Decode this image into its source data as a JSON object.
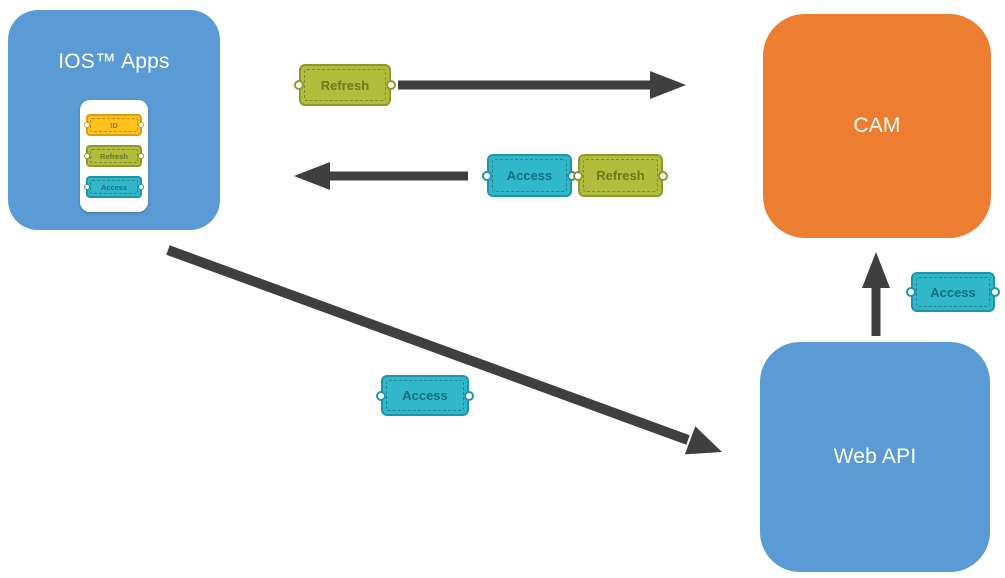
{
  "nodes": {
    "ios_apps": {
      "label": "IOS™ Apps",
      "color": "#5B9BD5"
    },
    "cam": {
      "label": "CAM",
      "color": "#ED7D31"
    },
    "web_api": {
      "label": "Web API",
      "color": "#5B9BD5"
    }
  },
  "wallet": {
    "tokens": [
      {
        "label": "ID",
        "type": "id",
        "color": "#FFC21C"
      },
      {
        "label": "Refresh",
        "type": "refresh",
        "color": "#B2BC3D"
      },
      {
        "label": "Access",
        "type": "access",
        "color": "#30B8CA"
      }
    ]
  },
  "edges": {
    "ios_to_cam": {
      "direction": "right",
      "tokens": [
        {
          "label": "Refresh",
          "type": "refresh"
        }
      ]
    },
    "cam_to_ios": {
      "direction": "left",
      "tokens": [
        {
          "label": "Access",
          "type": "access"
        },
        {
          "label": "Refresh",
          "type": "refresh"
        }
      ]
    },
    "ios_to_web_api": {
      "direction": "down-right",
      "tokens": [
        {
          "label": "Access",
          "type": "access"
        }
      ]
    },
    "web_api_to_cam": {
      "direction": "up",
      "tokens": [
        {
          "label": "Access",
          "type": "access"
        }
      ]
    }
  },
  "colors": {
    "node_blue": "#5B9BD5",
    "node_orange": "#ED7D31",
    "arrow": "#3F3F3F",
    "token_id": "#FFC21C",
    "token_refresh": "#B2BC3D",
    "token_access": "#30B8CA",
    "background": "#FFFFFF"
  }
}
